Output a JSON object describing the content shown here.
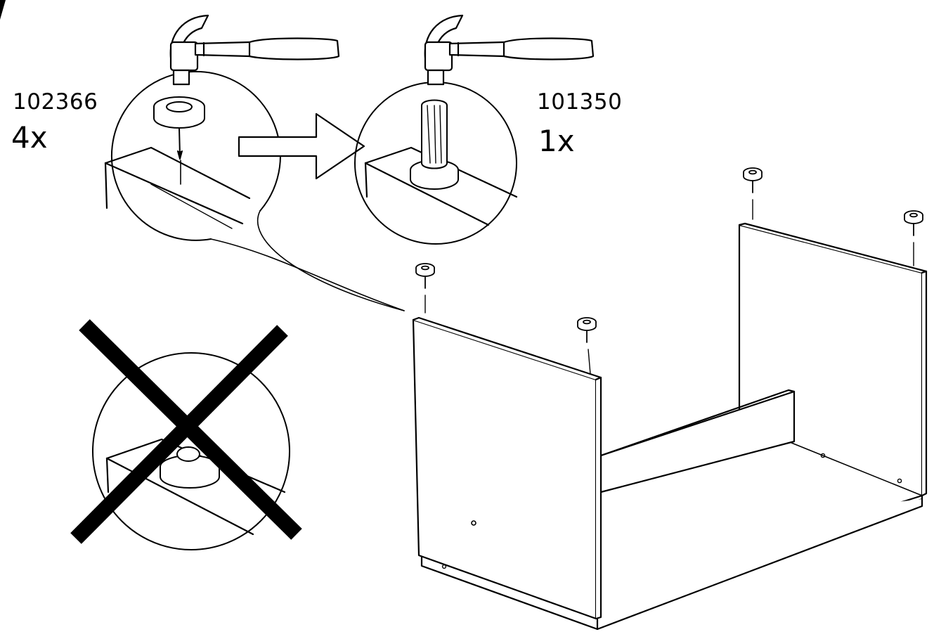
{
  "parts": [
    {
      "article": "102366",
      "quantity": "4x"
    },
    {
      "article": "101350",
      "quantity": "1x"
    }
  ],
  "colors": {
    "ink": "#000000",
    "paper": "#ffffff"
  },
  "icons": [
    "hammer-icon",
    "nail-glide-icon",
    "punch-tool-icon",
    "arrow-right-icon",
    "wrong-x-icon"
  ]
}
